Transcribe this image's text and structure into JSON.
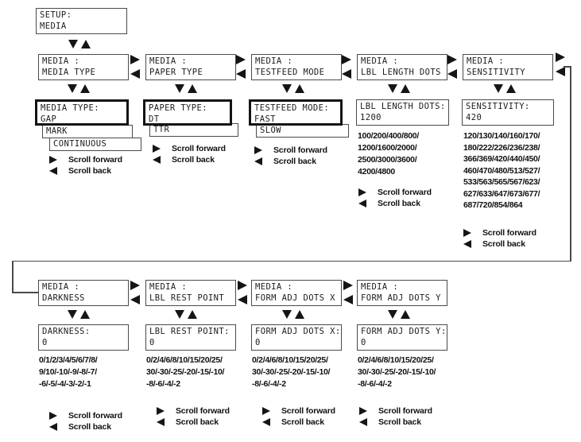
{
  "accent_colors": {
    "line_and_text": "#1c1c1c",
    "border_thin": "#4a4a4a",
    "border_thick": "#141414",
    "background": "#ffffff"
  },
  "setup_box": {
    "line1": "SETUP:",
    "line2": "MEDIA"
  },
  "scroll": {
    "forward": "Scroll forward",
    "back": "Scroll back"
  },
  "row1": {
    "cols": [
      {
        "menu1": "MEDIA :",
        "menu2": "MEDIA TYPE",
        "val1": "MEDIA TYPE:",
        "val2": "GAP",
        "stack": [
          "MARK",
          "CONTINUOUS"
        ],
        "options": []
      },
      {
        "menu1": "MEDIA :",
        "menu2": "PAPER TYPE",
        "val1": "PAPER TYPE:",
        "val2": "DT",
        "stack": [
          "TTR"
        ],
        "options": []
      },
      {
        "menu1": "MEDIA :",
        "menu2": "TESTFEED MODE",
        "val1": "TESTFEED MODE:",
        "val2": "FAST",
        "stack": [
          "SLOW"
        ],
        "options": []
      },
      {
        "menu1": "MEDIA :",
        "menu2": "LBL LENGTH DOTS",
        "val1": "LBL LENGTH DOTS:",
        "val2": "1200",
        "stack": [],
        "options": [
          "100/200/400/800/",
          "1200/1600/2000/",
          "2500/3000/3600/",
          "4200/4800"
        ]
      },
      {
        "menu1": "MEDIA :",
        "menu2": "SENSITIVITY",
        "val1": "SENSITIVITY:",
        "val2": "420",
        "stack": [],
        "options": [
          "120/130/140/160/170/",
          "180/222/226/236/238/",
          "366/369/420/440/450/",
          "460/470/480/513/527/",
          "533/563/565/567/623/",
          "627/633/647/673/677/",
          "687/720/854/864"
        ]
      }
    ]
  },
  "row2": {
    "cols": [
      {
        "menu1": "MEDIA :",
        "menu2": "DARKNESS",
        "val1": "DARKNESS:",
        "val2": "0",
        "options": [
          "0/1/2/3/4/5/6/7/8/",
          "9/10/-10/-9/-8/-7/",
          "-6/-5/-4/-3/-2/-1"
        ]
      },
      {
        "menu1": "MEDIA :",
        "menu2": "LBL REST POINT",
        "val1": "LBL REST POINT:",
        "val2": "0",
        "options": [
          "0/2/4/6/8/10/15/20/25/",
          "30/-30/-25/-20/-15/-10/",
          "-8/-6/-4/-2"
        ]
      },
      {
        "menu1": "MEDIA :",
        "menu2": "FORM ADJ DOTS X",
        "val1": "FORM ADJ DOTS X:",
        "val2": "0",
        "options": [
          "0/2/4/6/8/10/15/20/25/",
          "30/-30/-25/-20/-15/-10/",
          "-8/-6/-4/-2"
        ]
      },
      {
        "menu1": "MEDIA :",
        "menu2": "FORM ADJ DOTS Y",
        "val1": "FORM ADJ DOTS Y:",
        "val2": "0",
        "options": [
          "0/2/4/6/8/10/15/20/25/",
          "30/-30/-25/-20/-15/-10/",
          "-8/-6/-4/-2"
        ]
      }
    ]
  }
}
